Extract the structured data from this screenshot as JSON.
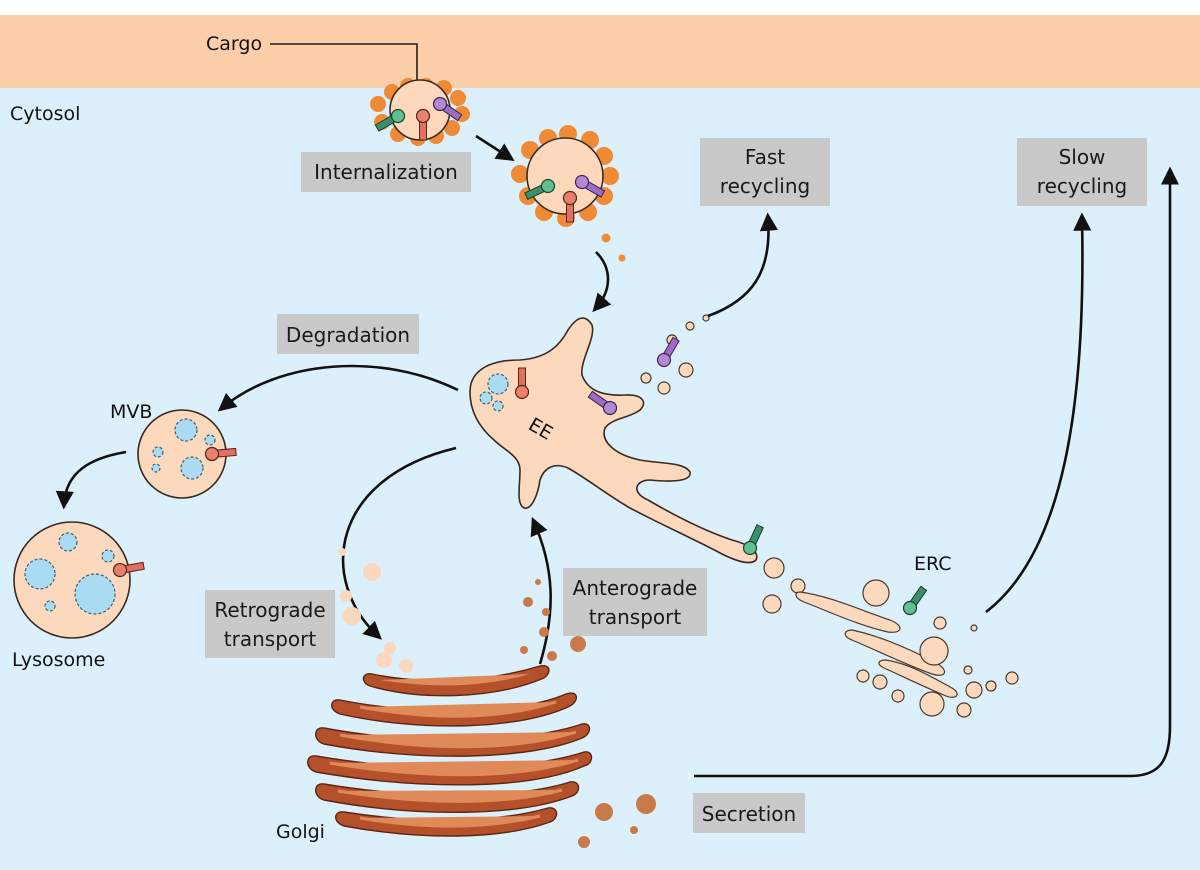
{
  "regions": {
    "cytosol": "Cytosol"
  },
  "labels": {
    "cargo": "Cargo",
    "ee": "EE",
    "mvb": "MVB",
    "lysosome": "Lysosome",
    "erc": "ERC",
    "golgi": "Golgi"
  },
  "pathways": {
    "internalization": "Internalization",
    "fast_recycling_1": "Fast",
    "fast_recycling_2": "recycling",
    "slow_recycling_1": "Slow",
    "slow_recycling_2": "recycling",
    "degradation": "Degradation",
    "retrograde_1": "Retrograde",
    "retrograde_2": "transport",
    "anterograde_1": "Anterograde",
    "anterograde_2": "transport",
    "secretion": "Secretion"
  },
  "colors": {
    "membrane": "#fcceaa",
    "cytosol": "#dcf0fb",
    "organelle": "#fcd9bd",
    "golgi": "#b5512a",
    "coat": "#f08a34",
    "receptor_green": "#3b8f6c",
    "receptor_red": "#d0584a",
    "receptor_purple": "#8a5bb0",
    "label_box": "#c9c9c9"
  }
}
